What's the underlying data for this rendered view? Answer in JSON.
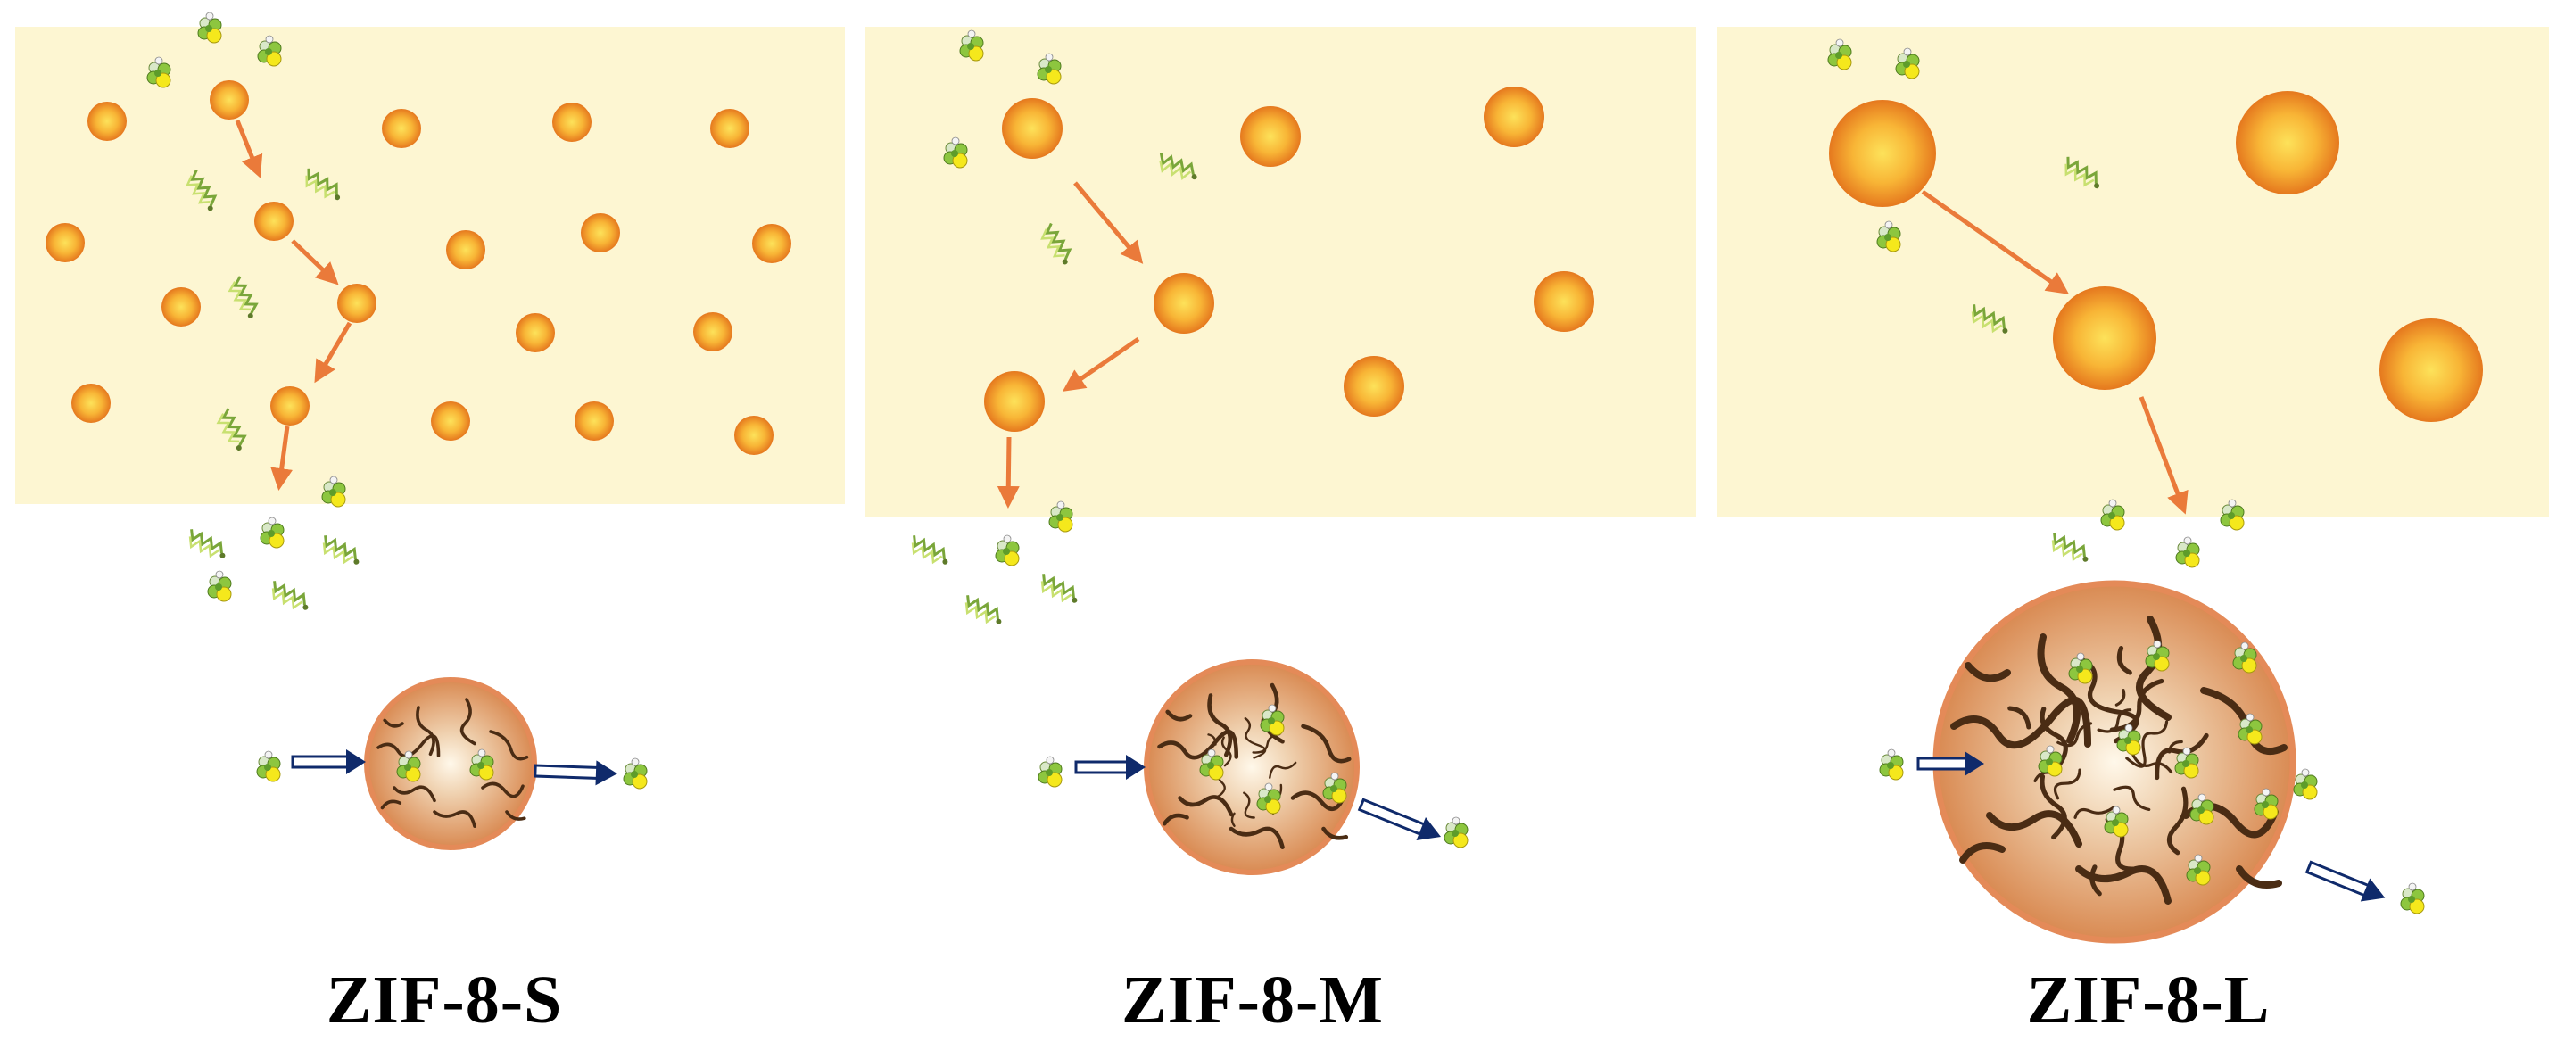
{
  "panels": [
    {
      "label": "ZIF-8-S",
      "size_class": "small"
    },
    {
      "label": "ZIF-8-M",
      "size_class": "medium"
    },
    {
      "label": "ZIF-8-L",
      "size_class": "large"
    }
  ],
  "colors": {
    "panel_background": "#fdf6d2",
    "particle_center": "#fbd24a",
    "particle_edge": "#e5781e",
    "path_arrow": "#ea7a3a",
    "flux_arrow": "#0f2a6b",
    "framework_crack": "#4a2c14",
    "framework_fill": "#e8b48a",
    "molecule_green": "#8dc63f",
    "molecule_yellow": "#f5e81c"
  },
  "icons": [
    "sphere-particle-icon",
    "adsorbate-molecule-icon",
    "linear-molecule-icon",
    "cracked-crystal-icon",
    "double-line-arrow-icon"
  ]
}
